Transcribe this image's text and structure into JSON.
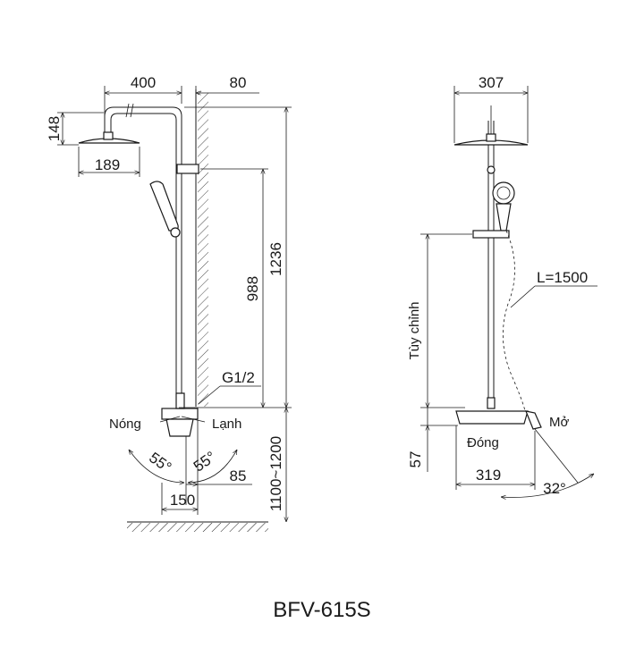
{
  "model": "BFV-615S",
  "front": {
    "dim_arm": "400",
    "dim_wall": "80",
    "dim_head_height": "148",
    "dim_head_dia": "189",
    "dim_988": "988",
    "dim_1236": "1236",
    "thread": "G1/2",
    "hot": "Nóng",
    "cold": "Lạnh",
    "angle_hot": "55°",
    "angle_cold": "55°",
    "dim_85": "85",
    "dim_150": "150",
    "dim_install": "1100~1200"
  },
  "side": {
    "dim_head_dia": "307",
    "hose_length": "L=1500",
    "adjustable": "Tùy chỉnh",
    "open": "Mở",
    "close": "Đóng",
    "dim_57": "57",
    "dim_319": "319",
    "angle_lever": "32°"
  }
}
